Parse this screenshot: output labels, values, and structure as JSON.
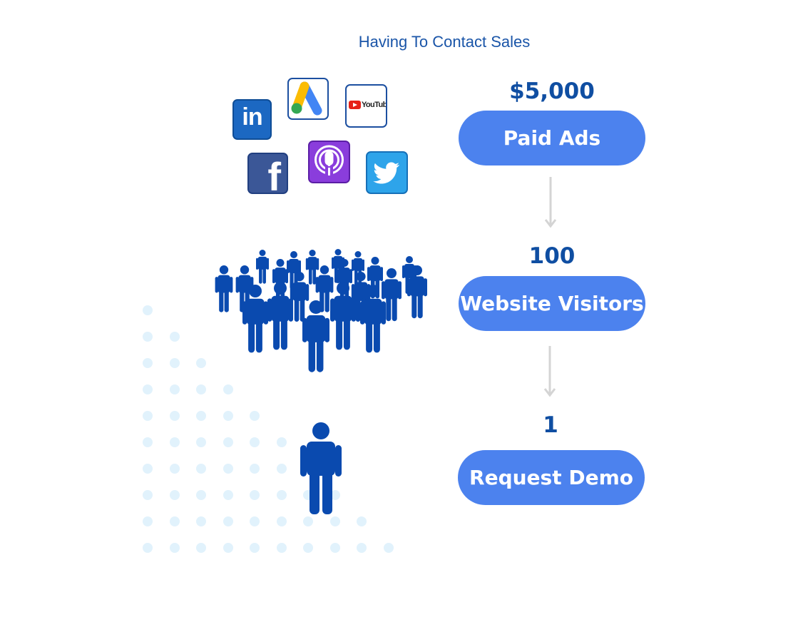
{
  "title": "Having To Contact Sales",
  "channel_icons": {
    "linkedin": {
      "label": "in",
      "color": "#1c68c2"
    },
    "google_ads": {
      "colors": [
        "#fbbc04",
        "#4285f4",
        "#34a853"
      ]
    },
    "youtube": {
      "label": "YouTube",
      "color": "#e62117"
    },
    "facebook": {
      "label": "f",
      "color": "#3b5797"
    },
    "podcast": {
      "color": "#8a3ddc"
    },
    "twitter": {
      "color": "#2ea4ea"
    }
  },
  "funnel": {
    "steps": [
      {
        "value": "$5,000",
        "label": "Paid Ads"
      },
      {
        "value": "100",
        "label": "Website Visitors"
      },
      {
        "value": "1",
        "label": "Request Demo"
      }
    ]
  },
  "colors": {
    "accent": "#4c82ee",
    "stat_text": "#0f4ea2",
    "people": "#0a4aaf",
    "dots": "#e1f2fc",
    "arrow": "#d4d4d4"
  }
}
